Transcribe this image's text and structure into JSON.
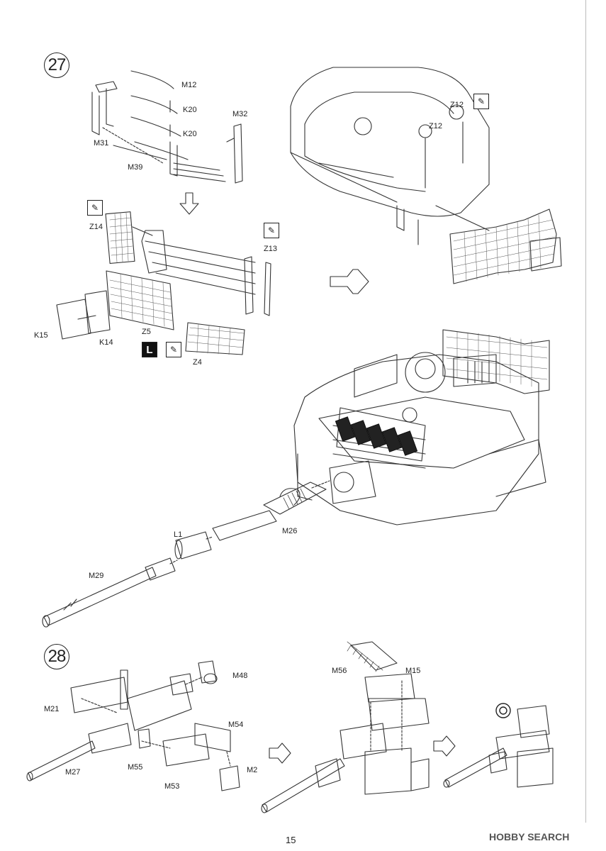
{
  "steps": {
    "step27": "27",
    "step28": "28"
  },
  "step27_labels": {
    "m12": "M12",
    "k20a": "K20",
    "k20b": "K20",
    "m32": "M32",
    "m31": "M31",
    "m39": "M39",
    "z12a": "Z12",
    "z12b": "Z12",
    "z14": "Z14",
    "z13": "Z13",
    "k15": "K15",
    "k14": "K14",
    "z5": "Z5",
    "z4": "Z4",
    "l1": "L1",
    "m26": "M26",
    "m29": "M29"
  },
  "step28_labels": {
    "m48": "M48",
    "m21": "M21",
    "m54": "M54",
    "m27": "M27",
    "m55": "M55",
    "m2": "M2",
    "m53": "M53",
    "m56": "M56",
    "m15": "M15"
  },
  "icons": {
    "glue": "glue-brush-icon",
    "cut": "cut-photo-etch-icon",
    "assemble_next": "next-step-arrow-icon",
    "option": "option-circle-icon"
  },
  "footer": {
    "page_number": "15",
    "watermark": "HOBBY SEARCH"
  }
}
